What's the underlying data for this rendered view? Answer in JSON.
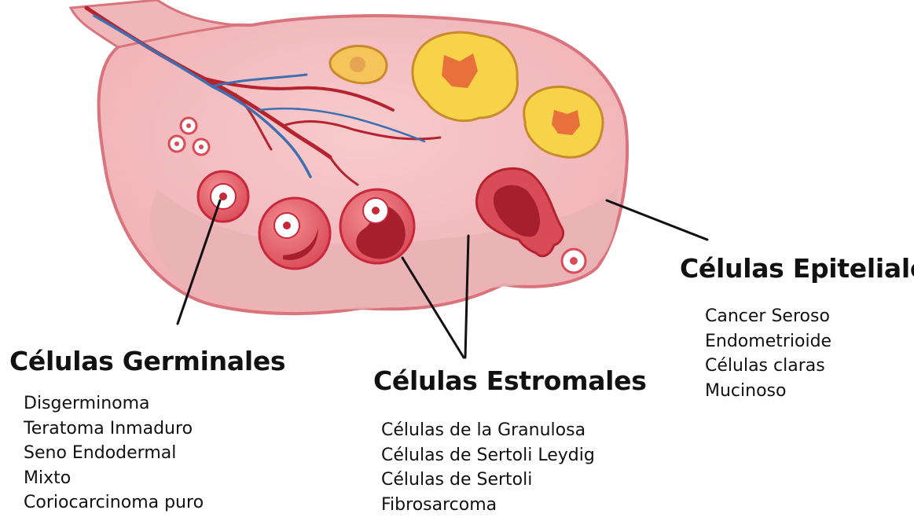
{
  "groups": {
    "germinal": {
      "title": "Células Germinales",
      "items": [
        "Disgerminoma",
        "Teratoma Inmaduro",
        "Seno Endodermal",
        "Mixto",
        "Coriocarcinoma puro"
      ]
    },
    "stromal": {
      "title": "Células Estromales",
      "items": [
        "Células de la Granulosa",
        "Células de Sertoli Leydig",
        "Células de Sertoli",
        "Fibrosarcoma"
      ]
    },
    "epithelial": {
      "title": "Células Epiteliales",
      "items": [
        "Cancer Seroso",
        "Endometrioide",
        "Células claras",
        "Mucinoso"
      ]
    }
  },
  "colors": {
    "tissue": "#f3bcc0",
    "tissue_outline": "#d9737c",
    "artery": "#b5232f",
    "vein": "#3f6fb0",
    "corpus_luteum": "#f7d34a",
    "follicle_fill": "#c8283a",
    "leader_line": "#111111"
  }
}
